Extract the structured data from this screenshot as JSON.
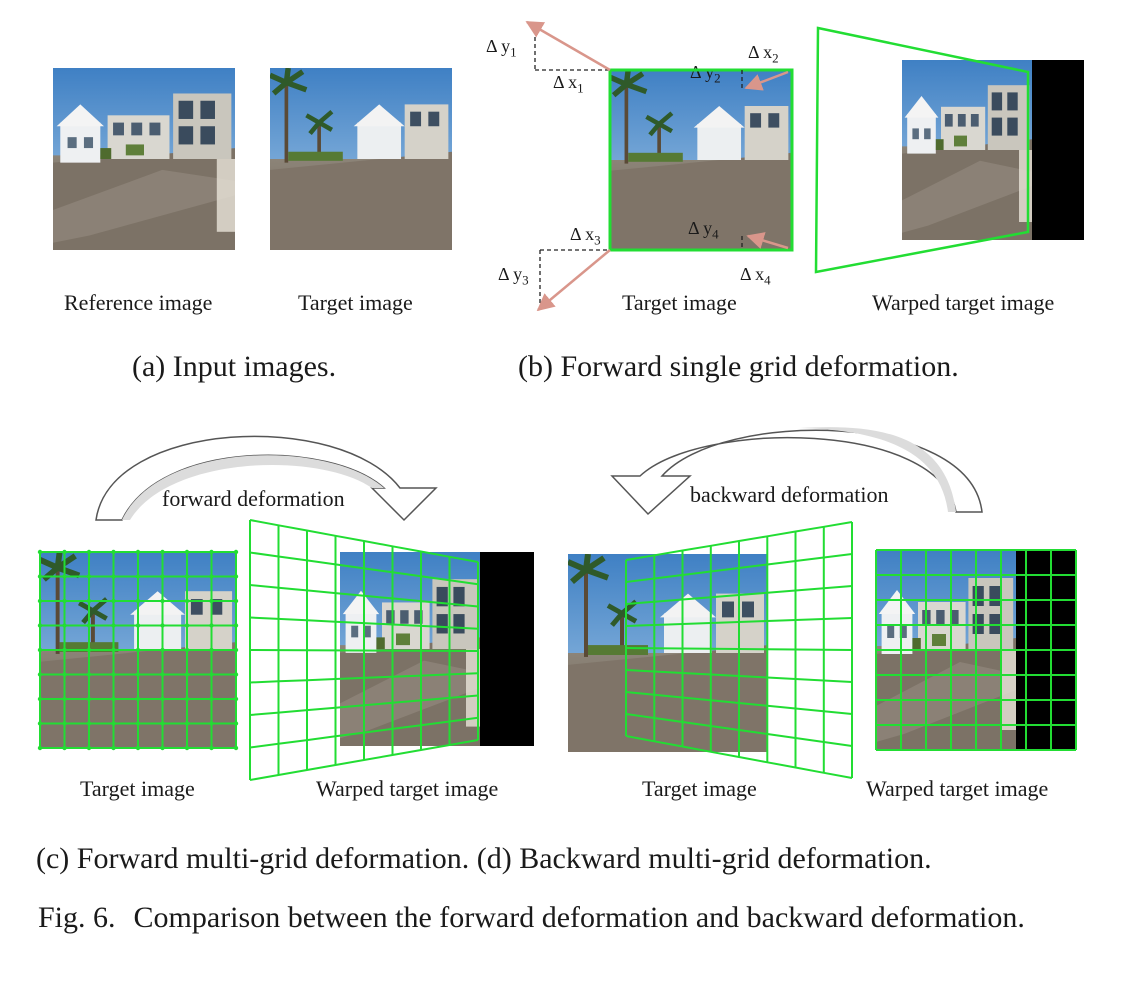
{
  "panel_a": {
    "reference_label": "Reference image",
    "target_label": "Target image",
    "caption": "(a) Input images."
  },
  "panel_b": {
    "target_label": "Target image",
    "warped_label": "Warped target image",
    "caption": "(b) Forward single grid deformation.",
    "deltas": {
      "dy1": "y",
      "dy1_sub": "1",
      "dx1": "x",
      "dx1_sub": "1",
      "dx2": "x",
      "dx2_sub": "2",
      "dy2": "y",
      "dy2_sub": "2",
      "dx3": "x",
      "dx3_sub": "3",
      "dy3": "y",
      "dy3_sub": "3",
      "dy4": "y",
      "dy4_sub": "4",
      "dx4": "x",
      "dx4_sub": "4"
    }
  },
  "panel_c": {
    "arrow_label": "forward deformation",
    "target_label": "Target image",
    "warped_label": "Warped target image"
  },
  "panel_d": {
    "arrow_label": "backward deformation",
    "target_label": "Target image",
    "warped_label": "Warped target image"
  },
  "caption_cd": "(c) Forward multi-grid deformation. (d) Backward multi-grid deformation.",
  "figure_caption": {
    "number": "Fig. 6.",
    "text": "Comparison between the forward deformation and backward deformation."
  },
  "colors": {
    "grid": "#22dd33",
    "arrow": "#d9968b",
    "sky": "#4f8fcf",
    "road": "#7d7367"
  }
}
